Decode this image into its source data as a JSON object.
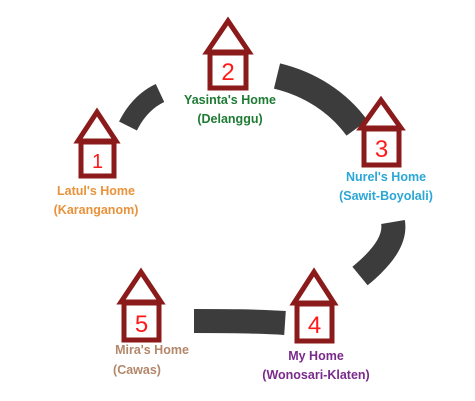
{
  "colors": {
    "house": "#8b1a1a",
    "number": "#ff1a1a",
    "path": "#3c3c3c",
    "yasinta": "#1e7b34",
    "nurel": "#2aa7d6",
    "latul": "#e8923a",
    "mira": "#b3876a",
    "myhome": "#7a2a8c"
  },
  "stops": [
    {
      "id": "latul",
      "number": "1",
      "name": "Latul's Home",
      "place": "(Karanganom)"
    },
    {
      "id": "yasinta",
      "number": "2",
      "name": "Yasinta's Home",
      "place": "(Delanggu)"
    },
    {
      "id": "nurel",
      "number": "3",
      "name": "Nurel's Home",
      "place": "(Sawit-Boyolali)"
    },
    {
      "id": "myhome",
      "number": "4",
      "name": "My Home",
      "place": "(Wonosari-Klaten)"
    },
    {
      "id": "mira",
      "number": "5",
      "name": "Mira's Home",
      "place": "(Cawas)"
    }
  ]
}
